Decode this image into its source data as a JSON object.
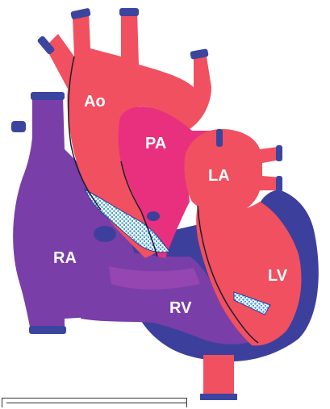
{
  "labels": {
    "aorta": "Ao",
    "pulmonary_artery": "PA",
    "left_atrium": "LA",
    "right_atrium": "RA",
    "left_ventricle": "LV",
    "right_ventricle": "RV"
  },
  "colors": {
    "oxygenated": "#f0505f",
    "pulmonary": "#e8307e",
    "deoxygenated": "#7a3ea8",
    "vessel_caps": "#3b45a0",
    "wall": "#3d3f9c",
    "defect_pattern": "#7fc3ea"
  }
}
